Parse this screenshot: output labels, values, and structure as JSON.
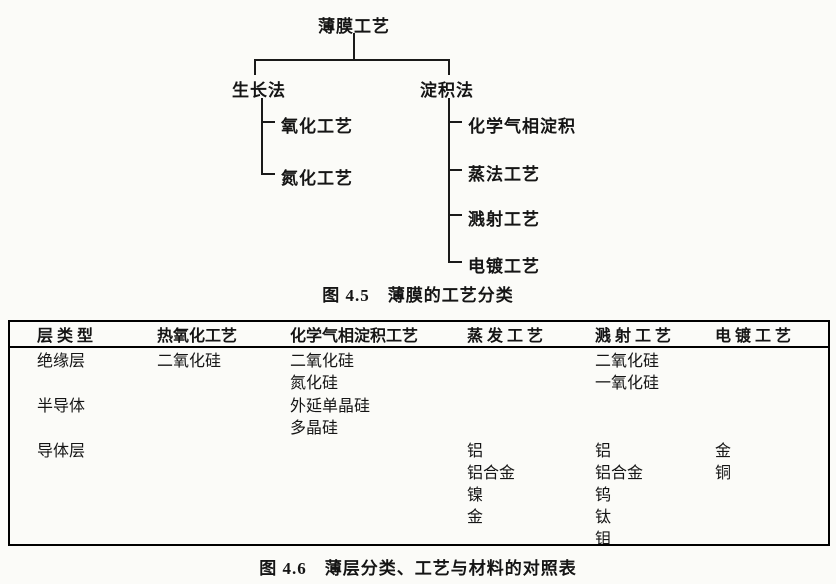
{
  "figure_tree": {
    "root": "薄膜工艺",
    "branches": [
      {
        "label": "生长法",
        "children": [
          "氧化工艺",
          "氮化工艺"
        ]
      },
      {
        "label": "淀积法",
        "children": [
          "化学气相淀积",
          "蒸法工艺",
          "溅射工艺",
          "电镀工艺"
        ]
      }
    ],
    "caption": "图 4.5　薄膜的工艺分类"
  },
  "table": {
    "caption": "图 4.6　薄层分类、工艺与材料的对照表",
    "headers": [
      "层 类 型",
      "热氧化工艺",
      "化学气相淀积工艺",
      "蒸 发 工 艺",
      "溅 射 工 艺",
      "电 镀 工 艺"
    ],
    "rows": [
      {
        "cells": [
          [
            "绝缘层"
          ],
          [
            "二氧化硅"
          ],
          [
            "二氧化硅",
            "氮化硅"
          ],
          [],
          [
            "二氧化硅",
            "一氧化硅"
          ],
          []
        ]
      },
      {
        "cells": [
          [
            "半导体"
          ],
          [],
          [
            "外延单晶硅",
            "多晶硅"
          ],
          [],
          [],
          []
        ]
      },
      {
        "cells": [
          [
            "导体层"
          ],
          [],
          [],
          [
            "铝",
            "铝合金",
            "镍",
            "金"
          ],
          [
            "铝",
            "铝合金",
            "钨",
            "钛",
            "钼"
          ],
          [
            "金",
            "铜"
          ]
        ]
      }
    ]
  }
}
